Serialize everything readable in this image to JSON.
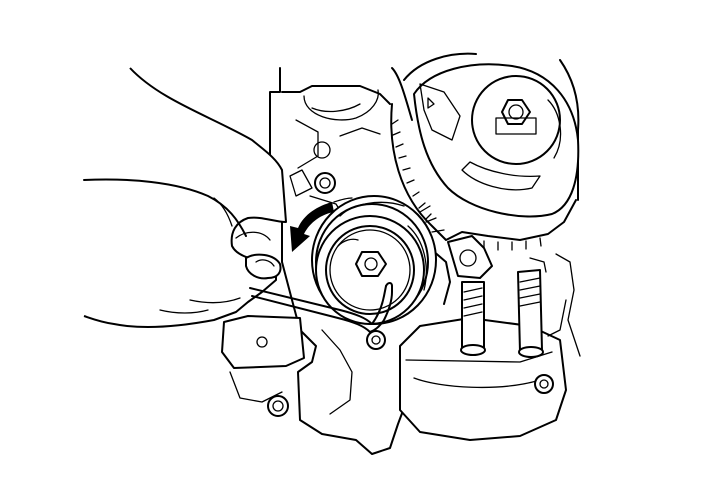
{
  "figure": {
    "kind": "line-art illustration",
    "stroke_color": "#000000",
    "background_color": "#ffffff",
    "arrow_direction": "counterclockwise",
    "components": {
      "engine_block": "engine-block",
      "camshaft_sprocket": "camshaft-sprocket",
      "timing_belt": "timing-belt",
      "tensioner_pulley": "tensioner-pulley",
      "hex_key": "hex-key",
      "hand": "hand",
      "rotation_arrow": "rotation-arrow"
    }
  }
}
